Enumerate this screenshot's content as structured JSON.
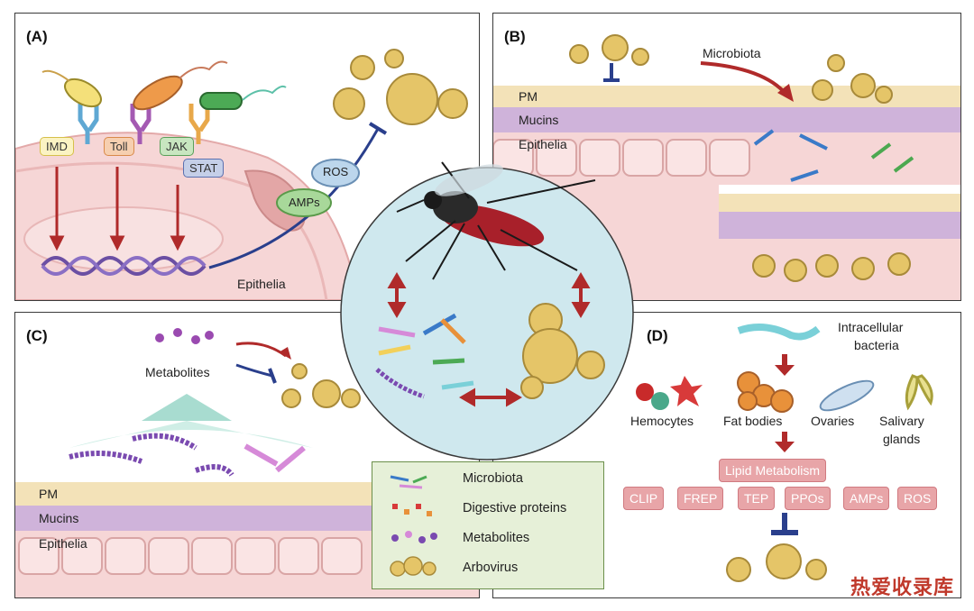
{
  "panels": {
    "a": {
      "label": "(A)",
      "pathways": [
        "IMD",
        "Toll",
        "JAK",
        "STAT"
      ],
      "effectors": [
        "ROS",
        "AMPs"
      ],
      "tissue": "Epithelia"
    },
    "b": {
      "label": "(B)",
      "layers": [
        "PM",
        "Mucins",
        "Epithelia"
      ],
      "microbiota_label": "Microbiota"
    },
    "c": {
      "label": "(C)",
      "metabolites_label": "Metabolites",
      "layers": [
        "PM",
        "Mucins",
        "Epithelia"
      ]
    },
    "d": {
      "label": "(D)",
      "bacteria_label_line1": "Intracellular",
      "bacteria_label_line2": "bacteria",
      "tissues": [
        "Hemocytes",
        "Fat bodies",
        "Ovaries",
        "Salivary",
        "glands"
      ],
      "lipid": "Lipid Metabolism",
      "effectors": [
        "CLIP",
        "FREP",
        "TEP",
        "PPOs",
        "AMPs",
        "ROS"
      ]
    }
  },
  "legend": {
    "items": [
      "Microbiota",
      "Digestive proteins",
      "Metabolites",
      "Arbovirus"
    ]
  },
  "watermark": "热爱收录库",
  "colors": {
    "virus": "#d9b24a",
    "epithelia": "#f2c4c4",
    "mucins": "#b48bc4",
    "pm": "#f3e2b8",
    "arrow_red": "#b02a2a",
    "inhibit_blue": "#2a3f8c",
    "center_circle": "#cfe8ee",
    "legend_bg": "#e6f0d8"
  }
}
